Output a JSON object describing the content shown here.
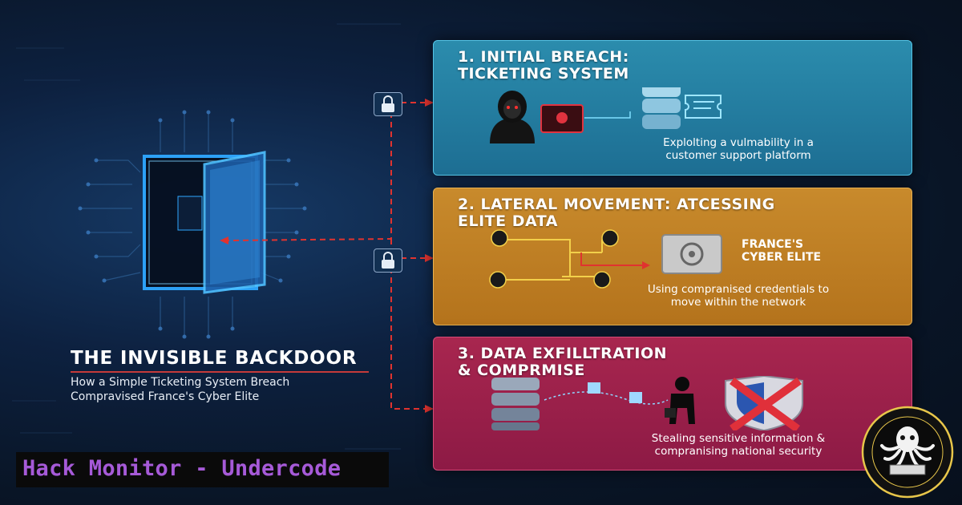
{
  "header": {
    "title": "THE INVISIBLE BACKDOOR",
    "subtitle_line1": "How a Simple Ticketing System Breach",
    "subtitle_line2": "Compravised France's Cyber Elite"
  },
  "steps": [
    {
      "title_line1": "1. INITIAL BREACH:",
      "title_line2": "TICKETING SYSTEM",
      "desc_line1": "Explolting a vulmability in a",
      "desc_line2": "customer support platform"
    },
    {
      "title_line1": "2. LATERAL MOVEMENT: ATCESSING",
      "title_line2": "ELITE DATA",
      "vault_label_line1": "FRANCE'S",
      "vault_label_line2": "CYBER ELITE",
      "desc_line1": "Using compranised credentials to",
      "desc_line2": "move within the network"
    },
    {
      "title_line1": "3. DATA EXFILLTRATION",
      "title_line2": "& COMPRMISE",
      "desc_line1": "Stealing sensitive information &",
      "desc_line2": "compranising national security"
    }
  ],
  "brand": {
    "label": "Hack Monitor - Undercode"
  },
  "icons": [
    "padlock-icon",
    "door-icon",
    "hacker-icon",
    "server-icon",
    "ticket-icon",
    "vault-icon",
    "person-icon",
    "shield-icon",
    "octopus-logo"
  ],
  "colors": {
    "panel1": "#2b8cad",
    "panel2": "#c88a2c",
    "panel3": "#a8264f",
    "connector": "#e0332f",
    "door_glow": "#2fa8ff",
    "brand_text": "#a65ad8"
  }
}
